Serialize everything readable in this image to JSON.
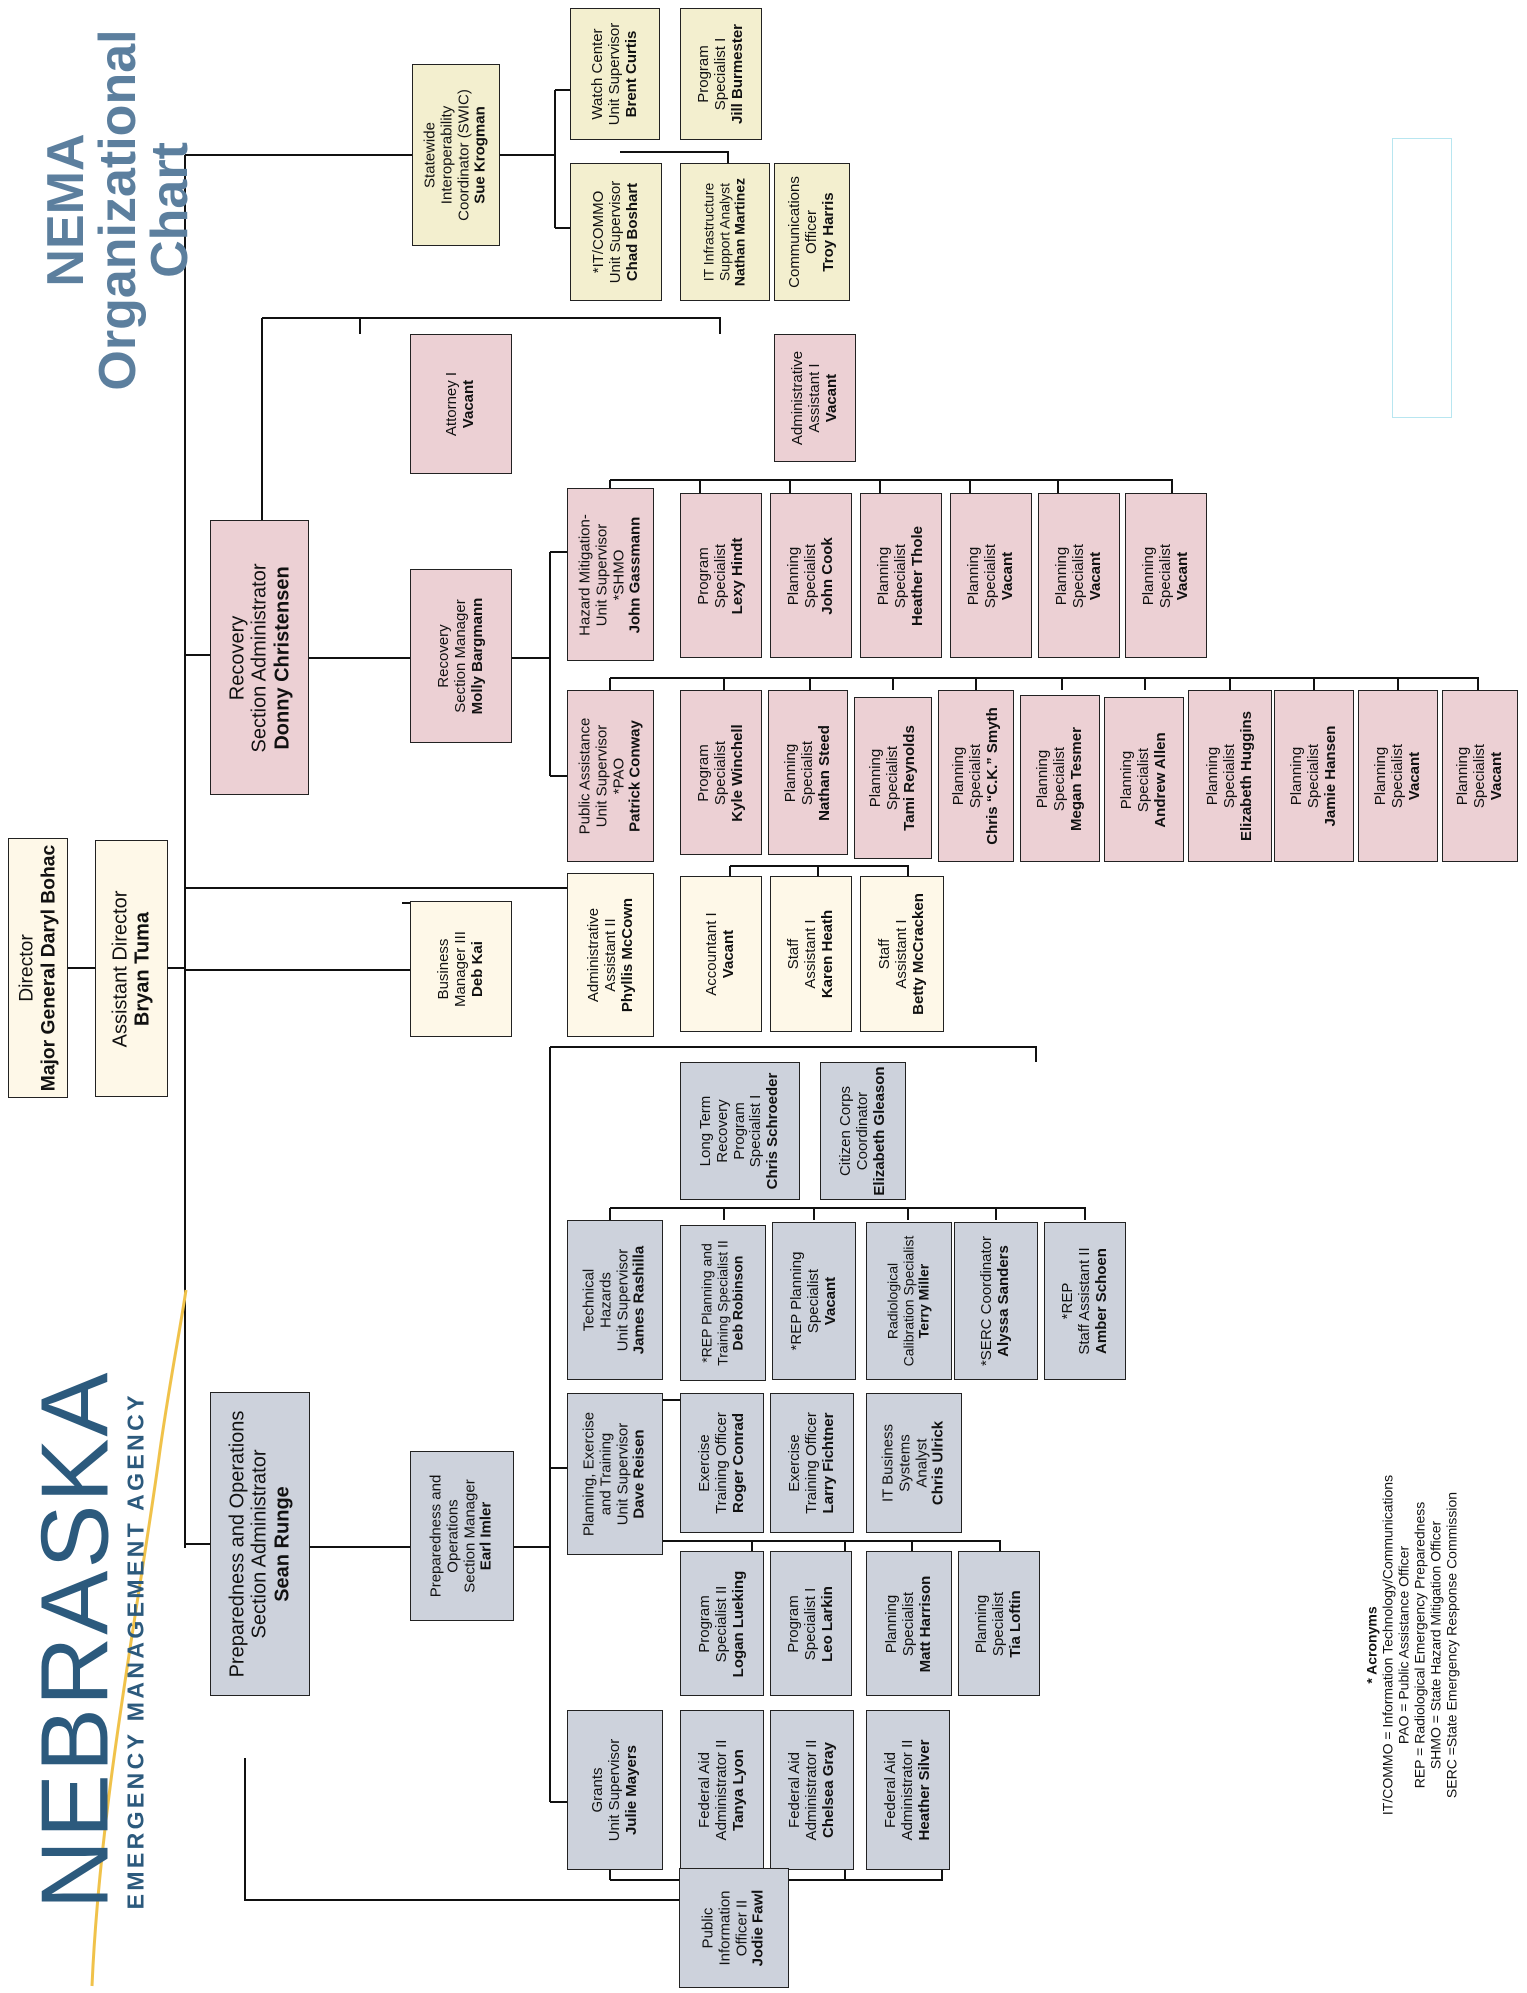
{
  "title": {
    "line1": "NEMA",
    "line2": "Organizational",
    "line3": "Chart"
  },
  "logo": {
    "word": "NEBRASKA",
    "subtitle": "EMERGENCY MANAGEMENT AGENCY"
  },
  "acronyms": {
    "heading": "* Acronyms",
    "lines": [
      "IT/COMMO = Information Technology/Communications",
      "PAO = Public Assistance Officer",
      "REP = Radiological Emergency Preparedness",
      "SHMO = State Hazard Mitigation Officer",
      "SERC =State Emergency Response Commission"
    ]
  },
  "colors": {
    "cream": "#fef8e8",
    "pink": "#ecd0d4",
    "grey": "#cdd2dc",
    "olive": "#f3efcf",
    "title": "#5c7f9e"
  },
  "positions": [
    {
      "id": "director",
      "lines": [
        "Director"
      ],
      "name": "Major General Daryl Bohac"
    },
    {
      "id": "asst-director",
      "lines": [
        "Assistant Director"
      ],
      "name": "Bryan Tuma"
    },
    {
      "id": "swic",
      "lines": [
        "Statewide",
        "Interoperability",
        "Coordinator (SWIC)"
      ],
      "name": "Sue Krogman"
    },
    {
      "id": "watch-center",
      "lines": [
        "Watch Center",
        "Unit Supervisor"
      ],
      "name": "Brent Curtis"
    },
    {
      "id": "program-specialist-burmester",
      "lines": [
        "Program",
        "Specialist I"
      ],
      "name": "Jill Burmester"
    },
    {
      "id": "it-commo",
      "lines": [
        "*IT/COMMO",
        "Unit Supervisor"
      ],
      "name": "Chad Boshart"
    },
    {
      "id": "it-infrastructure",
      "lines": [
        "IT Infrastructure",
        "Support Analyst"
      ],
      "name": "Nathan Martinez"
    },
    {
      "id": "communications-officer",
      "lines": [
        "Communications",
        "Officer"
      ],
      "name": "Troy Harris"
    },
    {
      "id": "attorney",
      "lines": [
        "Attorney I"
      ],
      "name": "Vacant"
    },
    {
      "id": "admin-asst-recovery",
      "lines": [
        "Administrative",
        "Assistant I"
      ],
      "name": "Vacant"
    },
    {
      "id": "recovery-admin",
      "lines": [
        "Recovery",
        "Section Administrator"
      ],
      "name": "Donny Christensen"
    },
    {
      "id": "recovery-manager",
      "lines": [
        "Recovery",
        "Section Manager"
      ],
      "name": "Molly Bargmann"
    },
    {
      "id": "hazard-mitigation",
      "lines": [
        "Hazard Mitigation-",
        "Unit Supervisor",
        "*SHMO"
      ],
      "name": "John Gassmann"
    },
    {
      "id": "hm-program-hindt",
      "lines": [
        "Program",
        "Specialist"
      ],
      "name": "Lexy Hindt"
    },
    {
      "id": "hm-planning-cook",
      "lines": [
        "Planning",
        "Specialist"
      ],
      "name": "John Cook"
    },
    {
      "id": "hm-planning-thole",
      "lines": [
        "Planning",
        "Specialist"
      ],
      "name": "Heather Thole"
    },
    {
      "id": "hm-planning-vacant-1",
      "lines": [
        "Planning",
        "Specialist"
      ],
      "name": "Vacant"
    },
    {
      "id": "hm-planning-vacant-2",
      "lines": [
        "Planning",
        "Specialist"
      ],
      "name": "Vacant"
    },
    {
      "id": "hm-planning-vacant-3",
      "lines": [
        "Planning",
        "Specialist"
      ],
      "name": "Vacant"
    },
    {
      "id": "public-assistance",
      "lines": [
        "Public Assistance",
        "Unit Supervisor",
        "*PAO"
      ],
      "name": "Patrick Conway"
    },
    {
      "id": "pa-program-winchell",
      "lines": [
        "Program",
        "Specialist"
      ],
      "name": "Kyle Winchell"
    },
    {
      "id": "pa-planning-steed",
      "lines": [
        "Planning",
        "Specialist"
      ],
      "name": "Nathan Steed"
    },
    {
      "id": "pa-planning-reynolds",
      "lines": [
        "Planning",
        "Specialist"
      ],
      "name": "Tami Reynolds"
    },
    {
      "id": "pa-planning-smyth",
      "lines": [
        "Planning",
        "Specialist"
      ],
      "name": "Chris “C.K.” Smyth"
    },
    {
      "id": "pa-planning-tesmer",
      "lines": [
        "Planning",
        "Specialist"
      ],
      "name": "Megan Tesmer"
    },
    {
      "id": "pa-planning-allen",
      "lines": [
        "Planning",
        "Specialist"
      ],
      "name": "Andrew Allen"
    },
    {
      "id": "pa-planning-huggins",
      "lines": [
        "Planning",
        "Specialist"
      ],
      "name": "Elizabeth Huggins"
    },
    {
      "id": "pa-planning-hansen",
      "lines": [
        "Planning",
        "Specialist"
      ],
      "name": "Jamie Hansen"
    },
    {
      "id": "pa-planning-vacant-1",
      "lines": [
        "Planning",
        "Specialist"
      ],
      "name": "Vacant"
    },
    {
      "id": "pa-planning-vacant-2",
      "lines": [
        "Planning",
        "Specialist"
      ],
      "name": "Vacant"
    },
    {
      "id": "business-manager",
      "lines": [
        "Business",
        "Manager III"
      ],
      "name": "Deb Kai"
    },
    {
      "id": "admin-asst-mccown",
      "lines": [
        "Administrative",
        "Assistant II"
      ],
      "name": "Phyllis McCown"
    },
    {
      "id": "accountant",
      "lines": [
        "Accountant I"
      ],
      "name": "Vacant"
    },
    {
      "id": "staff-asst-heath",
      "lines": [
        "Staff",
        "Assistant I"
      ],
      "name": "Karen Heath"
    },
    {
      "id": "staff-asst-mccracken",
      "lines": [
        "Staff",
        "Assistant I"
      ],
      "name": "Betty McCracken"
    },
    {
      "id": "prep-ops-admin",
      "lines": [
        "Preparedness and Operations",
        "Section Administrator"
      ],
      "name": "Sean Runge"
    },
    {
      "id": "prep-ops-manager",
      "lines": [
        "Preparedness and",
        "Operations",
        "Section Manager"
      ],
      "name": "Earl Imler"
    },
    {
      "id": "long-term-recovery",
      "lines": [
        "Long Term",
        "Recovery",
        "Program",
        "Specialist I"
      ],
      "name": "Chris Schroeder"
    },
    {
      "id": "citizen-corps",
      "lines": [
        "Citizen Corps",
        "Coordinator"
      ],
      "name": "Elizabeth Gleason"
    },
    {
      "id": "technical-hazards",
      "lines": [
        "Technical",
        "Hazards",
        "Unit Supervisor"
      ],
      "name": "James Rashilla"
    },
    {
      "id": "rep-planning-training",
      "lines": [
        "*REP Planning and",
        "Training Specialist II"
      ],
      "name": "Deb Robinson"
    },
    {
      "id": "rep-planning-specialist",
      "lines": [
        "*REP Planning",
        "Specialist"
      ],
      "name": "Vacant"
    },
    {
      "id": "radiological-calibration",
      "lines": [
        "Radiological",
        "Calibration Specialist"
      ],
      "name": "Terry Miller"
    },
    {
      "id": "serc-coordinator",
      "lines": [
        "*SERC Coordinator"
      ],
      "name": "Alyssa Sanders"
    },
    {
      "id": "rep-staff-asst",
      "lines": [
        "*REP",
        "Staff Assistant II"
      ],
      "name": "Amber Schoen"
    },
    {
      "id": "pet-supervisor",
      "lines": [
        "Planning, Exercise",
        "and Training",
        "Unit Supervisor"
      ],
      "name": "Dave Reisen"
    },
    {
      "id": "exercise-conrad",
      "lines": [
        "Exercise",
        "Training Officer"
      ],
      "name": "Roger Conrad"
    },
    {
      "id": "exercise-fichtner",
      "lines": [
        "Exercise",
        "Training Officer"
      ],
      "name": "Larry Fichtner"
    },
    {
      "id": "it-business-analyst",
      "lines": [
        "IT Business",
        "Systems",
        "Analyst"
      ],
      "name": "Chris Ulrick"
    },
    {
      "id": "pet-program-lueking",
      "lines": [
        "Program",
        "Specialist II"
      ],
      "name": "Logan Lueking"
    },
    {
      "id": "pet-program-larkin",
      "lines": [
        "Program",
        "Specialist I"
      ],
      "name": "Leo Larkin"
    },
    {
      "id": "pet-planning-harrison",
      "lines": [
        "Planning",
        "Specialist"
      ],
      "name": "Matt Harrison"
    },
    {
      "id": "pet-planning-loftin",
      "lines": [
        "Planning",
        "Specialist"
      ],
      "name": "Tia Loftin"
    },
    {
      "id": "grants-supervisor",
      "lines": [
        "Grants",
        "Unit Supervisor"
      ],
      "name": "Julie Mayers"
    },
    {
      "id": "federal-aid-lyon",
      "lines": [
        "Federal Aid",
        "Administrator II"
      ],
      "name": "Tanya Lyon"
    },
    {
      "id": "federal-aid-gray",
      "lines": [
        "Federal Aid",
        "Administrator II"
      ],
      "name": "Chelsea Gray"
    },
    {
      "id": "federal-aid-silver",
      "lines": [
        "Federal Aid",
        "Administrator II"
      ],
      "name": "Heather Silver"
    },
    {
      "id": "public-information-officer",
      "lines": [
        "Public",
        "Information",
        "Officer II"
      ],
      "name": "Jodie Fawl"
    }
  ]
}
